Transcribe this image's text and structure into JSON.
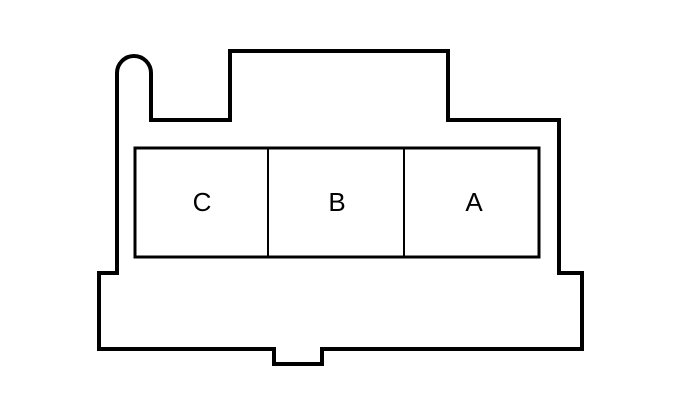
{
  "diagram": {
    "type": "connector-face-view",
    "colors": {
      "stroke": "#000000",
      "background": "#ffffff"
    },
    "cavities": [
      {
        "label": "C"
      },
      {
        "label": "B"
      },
      {
        "label": "A"
      }
    ]
  }
}
